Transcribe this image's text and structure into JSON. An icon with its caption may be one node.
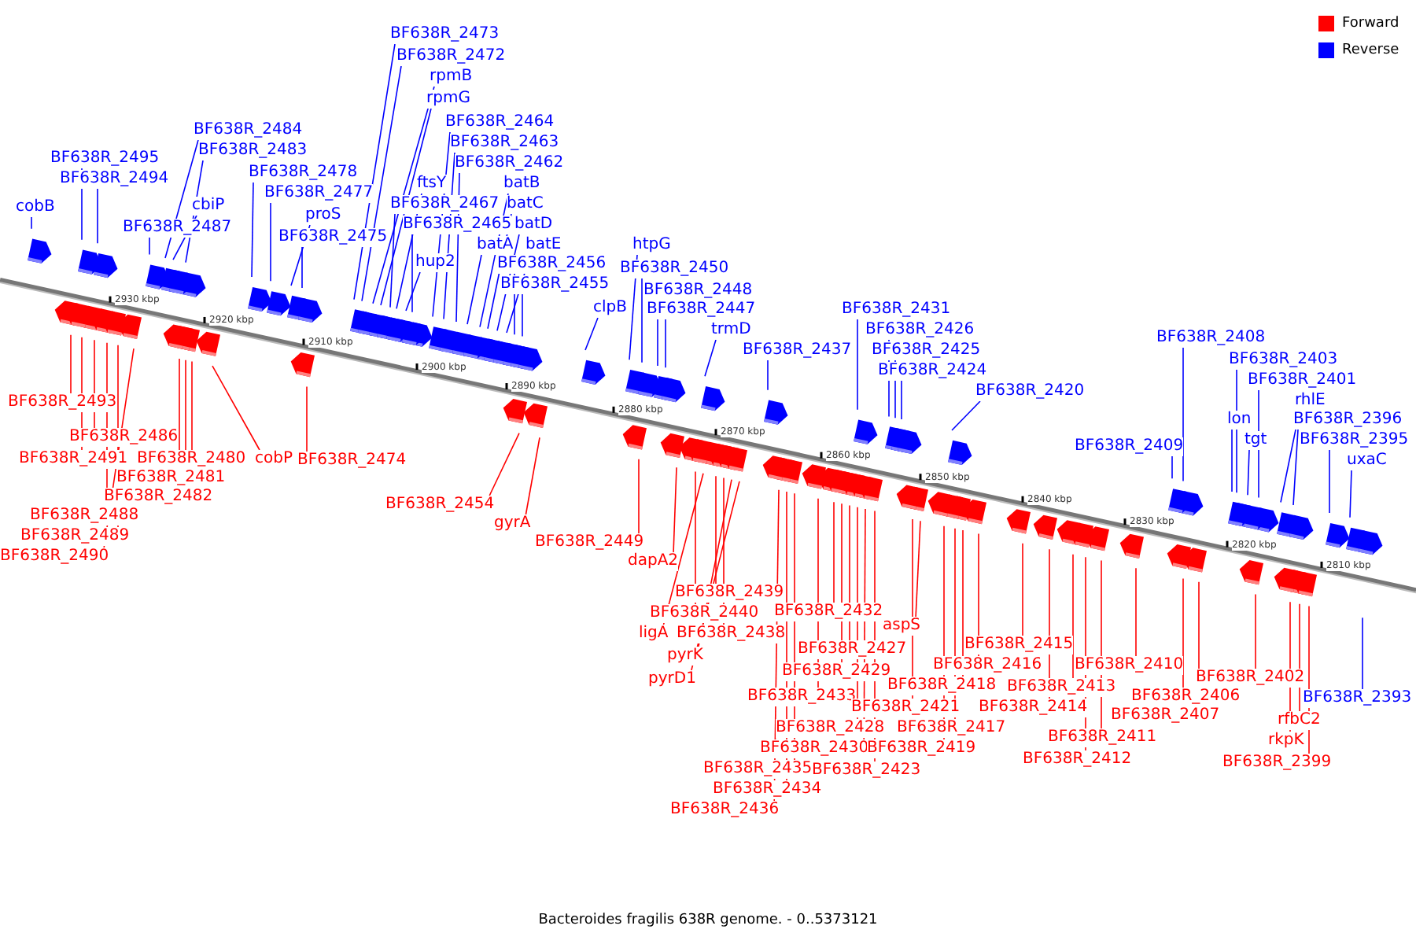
{
  "diagram": {
    "caption": "Bacteroides fragilis 638R genome. - 0..5373121",
    "nodes": [
      {
        "text": [
          "BF638R_2473"
        ]
      },
      {
        "text": [
          "BF638R_2472"
        ]
      },
      {
        "text": [
          "rpmB"
        ]
      },
      {
        "text": [
          "rpmG"
        ]
      },
      {
        "text": [
          "BF638R_2464"
        ]
      },
      {
        "text": [
          "BF638R_2484"
        ]
      },
      {
        "text": [
          "BF638R_2463"
        ]
      },
      {
        "text": [
          "BF638R_2483"
        ]
      },
      {
        "text": [
          "BF638R_2495"
        ]
      },
      {
        "text": [
          "BF638R_2462"
        ]
      },
      {
        "text": [
          "BF638R_2478"
        ]
      },
      {
        "text": [
          "BF638R_2494"
        ]
      },
      {
        "text": [
          "ftsY"
        ]
      },
      {
        "text": [
          "batB"
        ]
      },
      {
        "text": [
          "BF638R_2477"
        ]
      },
      {
        "text": [
          "BF638R_2467"
        ]
      },
      {
        "text": [
          "batC"
        ]
      },
      {
        "text": [
          "cbiP"
        ]
      },
      {
        "text": [
          "proS"
        ]
      },
      {
        "text": [
          "BF638R_2465"
        ]
      },
      {
        "text": [
          "batD"
        ]
      },
      {
        "text": [
          "BF638R_2487"
        ]
      },
      {
        "text": [
          "cobB"
        ]
      },
      {
        "text": [
          "BF638R_2475"
        ]
      },
      {
        "text": [
          "batA"
        ]
      },
      {
        "text": [
          "batE"
        ]
      },
      {
        "text": [
          "htpG"
        ]
      },
      {
        "text": [
          "hup2"
        ]
      },
      {
        "text": [
          "BF638R_2456"
        ]
      },
      {
        "text": [
          "BF638R_2450"
        ]
      },
      {
        "text": [
          "BF638R_2455"
        ]
      },
      {
        "text": [
          "BF638R_2448"
        ]
      },
      {
        "text": [
          "clpB"
        ]
      },
      {
        "text": [
          "BF638R_2447"
        ]
      },
      {
        "text": [
          "BF638R_2431"
        ]
      },
      {
        "text": [
          "trmD"
        ]
      },
      {
        "text": [
          "BF638R_2426"
        ]
      },
      {
        "text": [
          "BF638R_2408"
        ]
      },
      {
        "text": [
          "BF638R_2437"
        ]
      },
      {
        "text": [
          "BF638R_2425"
        ]
      },
      {
        "text": [
          "BF638R_2403"
        ]
      },
      {
        "text": [
          "BF638R_2424"
        ]
      },
      {
        "text": [
          "BF638R_2401"
        ]
      },
      {
        "text": [
          "BF638R_2420"
        ]
      },
      {
        "text": [
          "rhlE"
        ]
      },
      {
        "text": [
          "lon"
        ]
      },
      {
        "text": [
          "BF638R_2396"
        ]
      },
      {
        "text": [
          "tgt"
        ]
      },
      {
        "text": [
          "BF638R_2395"
        ]
      },
      {
        "text": [
          "BF638R_2409"
        ]
      },
      {
        "text": [
          "uxaC"
        ]
      },
      {
        "text": [
          "BF638R_2493"
        ]
      },
      {
        "text": [
          "BF638R_2486"
        ]
      },
      {
        "text": [
          "BF638R_2491"
        ]
      },
      {
        "text": [
          "BF638R_2480"
        ]
      },
      {
        "text": [
          "cobP"
        ]
      },
      {
        "text": [
          "BF638R_2474"
        ]
      },
      {
        "text": [
          "BF638R_2481"
        ]
      },
      {
        "text": [
          "BF638R_2482"
        ]
      },
      {
        "text": [
          "BF638R_2454"
        ]
      },
      {
        "text": [
          "BF638R_2488"
        ]
      },
      {
        "text": [
          "gyrA"
        ]
      },
      {
        "text": [
          "BF638R_2489"
        ]
      },
      {
        "text": [
          "BF638R_2449"
        ]
      },
      {
        "text": [
          "BF638R_2490"
        ]
      },
      {
        "text": [
          "dapA2"
        ]
      },
      {
        "text": [
          "BF638R_2439"
        ]
      },
      {
        "text": [
          "BF638R_2432"
        ]
      },
      {
        "text": [
          "BF638R_2440"
        ]
      },
      {
        "text": [
          "aspS"
        ]
      },
      {
        "text": [
          "ligA"
        ]
      },
      {
        "text": [
          "BF638R_2438"
        ]
      },
      {
        "text": [
          "BF638R_2415"
        ]
      },
      {
        "text": [
          "BF638R_2427"
        ]
      },
      {
        "text": [
          "pyrK"
        ]
      },
      {
        "text": [
          "BF638R_2410"
        ]
      },
      {
        "text": [
          "BF638R_2416"
        ]
      },
      {
        "text": [
          "BF638R_2429"
        ]
      },
      {
        "text": [
          "BF638R_2402"
        ]
      },
      {
        "text": [
          "pyrD1"
        ]
      },
      {
        "text": [
          "BF638R_2418"
        ]
      },
      {
        "text": [
          "BF638R_2413"
        ]
      },
      {
        "text": [
          "BF638R_2433"
        ]
      },
      {
        "text": [
          "BF638R_2406"
        ]
      },
      {
        "text": [
          "BF638R_2393"
        ]
      },
      {
        "text": [
          "BF638R_2421"
        ]
      },
      {
        "text": [
          "BF638R_2414"
        ]
      },
      {
        "text": [
          "BF638R_2407"
        ]
      },
      {
        "text": [
          "rfbC2"
        ]
      },
      {
        "text": [
          "BF638R_2428"
        ]
      },
      {
        "text": [
          "BF638R_2417"
        ]
      },
      {
        "text": [
          "BF638R_2411"
        ]
      },
      {
        "text": [
          "rkpK"
        ]
      },
      {
        "text": [
          "BF638R_2430"
        ]
      },
      {
        "text": [
          "BF638R_2419"
        ]
      },
      {
        "text": [
          "BF638R_2412"
        ]
      },
      {
        "text": [
          "BF638R_2399"
        ]
      },
      {
        "text": [
          "BF638R_2435"
        ]
      },
      {
        "text": [
          "BF638R_2423"
        ]
      },
      {
        "text": [
          "BF638R_2434"
        ]
      },
      {
        "text": [
          "BF638R_2436"
        ]
      }
    ],
    "edges": [
      {
        "from": 0,
        "to": null,
        "arrow": "none"
      },
      {
        "from": 1,
        "to": null,
        "arrow": "none"
      },
      {
        "from": 2,
        "to": null,
        "arrow": "none"
      },
      {
        "from": 3,
        "to": null,
        "arrow": "none"
      },
      {
        "from": 4,
        "to": null,
        "arrow": "none"
      },
      {
        "from": 5,
        "to": null,
        "arrow": "none"
      },
      {
        "from": 6,
        "to": null,
        "arrow": "none"
      },
      {
        "from": 7,
        "to": null,
        "arrow": "none"
      },
      {
        "from": 8,
        "to": null,
        "arrow": "none"
      },
      {
        "from": 9,
        "to": null,
        "arrow": "none"
      },
      {
        "from": 10,
        "to": null,
        "arrow": "none"
      },
      {
        "from": 11,
        "to": null,
        "arrow": "none"
      },
      {
        "from": 12,
        "to": null,
        "arrow": "none"
      },
      {
        "from": 13,
        "to": null,
        "arrow": "none"
      },
      {
        "from": 14,
        "to": null,
        "arrow": "none"
      },
      {
        "from": 15,
        "to": null,
        "arrow": "none"
      },
      {
        "from": 16,
        "to": null,
        "arrow": "none"
      },
      {
        "from": 17,
        "to": null,
        "arrow": "none"
      },
      {
        "from": 18,
        "to": null,
        "arrow": "none"
      },
      {
        "from": 19,
        "to": null,
        "arrow": "none"
      },
      {
        "from": 20,
        "to": null,
        "arrow": "none"
      },
      {
        "from": 21,
        "to": null,
        "arrow": "none"
      },
      {
        "from": 22,
        "to": null,
        "arrow": "none"
      },
      {
        "from": 23,
        "to": null,
        "arrow": "none"
      },
      {
        "from": 24,
        "to": null,
        "arrow": "none"
      },
      {
        "from": 25,
        "to": null,
        "arrow": "none"
      },
      {
        "from": 26,
        "to": null,
        "arrow": "none"
      },
      {
        "from": 27,
        "to": null,
        "arrow": "none"
      },
      {
        "from": 28,
        "to": null,
        "arrow": "none"
      },
      {
        "from": 29,
        "to": null,
        "arrow": "none"
      },
      {
        "from": 30,
        "to": null,
        "arrow": "none"
      },
      {
        "from": 31,
        "to": null,
        "arrow": "none"
      },
      {
        "from": 32,
        "to": null,
        "arrow": "none"
      },
      {
        "from": 33,
        "to": null,
        "arrow": "none"
      },
      {
        "from": 34,
        "to": null,
        "arrow": "none"
      },
      {
        "from": 35,
        "to": null,
        "arrow": "none"
      },
      {
        "from": 36,
        "to": null,
        "arrow": "none"
      },
      {
        "from": 37,
        "to": null,
        "arrow": "none"
      },
      {
        "from": 38,
        "to": null,
        "arrow": "none"
      },
      {
        "from": 39,
        "to": null,
        "arrow": "none"
      },
      {
        "from": 40,
        "to": null,
        "arrow": "none"
      },
      {
        "from": 41,
        "to": null,
        "arrow": "none"
      },
      {
        "from": 42,
        "to": null,
        "arrow": "none"
      },
      {
        "from": 43,
        "to": null,
        "arrow": "none"
      },
      {
        "from": 44,
        "to": null,
        "arrow": "none"
      },
      {
        "from": 45,
        "to": null,
        "arrow": "none"
      },
      {
        "from": 46,
        "to": null,
        "arrow": "none"
      },
      {
        "from": 47,
        "to": null,
        "arrow": "none"
      },
      {
        "from": 48,
        "to": null,
        "arrow": "none"
      },
      {
        "from": 49,
        "to": null,
        "arrow": "none"
      },
      {
        "from": 50,
        "to": null,
        "arrow": "none"
      },
      {
        "from": 51,
        "to": null,
        "arrow": "none",
        "color": "#ff0000"
      },
      {
        "from": 52,
        "to": null,
        "arrow": "none",
        "color": "#ff0000"
      },
      {
        "from": 53,
        "to": null,
        "arrow": "none",
        "color": "#ff0000"
      },
      {
        "from": 54,
        "to": null,
        "arrow": "none",
        "color": "#ff0000"
      },
      {
        "from": 55,
        "to": null,
        "arrow": "none",
        "color": "#ff0000"
      },
      {
        "from": 56,
        "to": null,
        "arrow": "none",
        "color": "#ff0000"
      },
      {
        "from": 57,
        "to": null,
        "arrow": "none",
        "color": "#ff0000"
      },
      {
        "from": 58,
        "to": null,
        "arrow": "none",
        "color": "#ff0000"
      },
      {
        "from": 59,
        "to": null,
        "arrow": "none",
        "color": "#ff0000"
      },
      {
        "from": 60,
        "to": null,
        "arrow": "none",
        "color": "#ff0000"
      },
      {
        "from": 61,
        "to": null,
        "arrow": "none",
        "color": "#ff0000"
      },
      {
        "from": 62,
        "to": null,
        "arrow": "none",
        "color": "#ff0000"
      },
      {
        "from": 63,
        "to": null,
        "arrow": "none",
        "color": "#ff0000"
      },
      {
        "from": 64,
        "to": null,
        "arrow": "none",
        "color": "#ff0000"
      },
      {
        "from": 65,
        "to": null,
        "arrow": "none",
        "color": "#ff0000"
      },
      {
        "from": 66,
        "to": null,
        "arrow": "none",
        "color": "#ff0000"
      },
      {
        "from": 67,
        "to": null,
        "arrow": "none",
        "color": "#ff0000"
      },
      {
        "from": 68,
        "to": null,
        "arrow": "none",
        "color": "#ff0000"
      },
      {
        "from": 69,
        "to": null,
        "arrow": "none",
        "color": "#ff0000"
      },
      {
        "from": 70,
        "to": null,
        "arrow": "none",
        "color": "#ff0000"
      },
      {
        "from": 71,
        "to": null,
        "arrow": "none",
        "color": "#ff0000"
      },
      {
        "from": 72,
        "to": null,
        "arrow": "none",
        "color": "#ff0000"
      },
      {
        "from": 73,
        "to": null,
        "arrow": "none",
        "color": "#ff0000"
      },
      {
        "from": 74,
        "to": null,
        "arrow": "none",
        "color": "#ff0000"
      },
      {
        "from": 75,
        "to": null,
        "arrow": "none",
        "color": "#ff0000"
      },
      {
        "from": 76,
        "to": null,
        "arrow": "none",
        "color": "#ff0000"
      },
      {
        "from": 77,
        "to": null,
        "arrow": "none",
        "color": "#ff0000"
      },
      {
        "from": 78,
        "to": null,
        "arrow": "none",
        "color": "#ff0000"
      },
      {
        "from": 79,
        "to": null,
        "arrow": "none",
        "color": "#ff0000"
      },
      {
        "from": 80,
        "to": null,
        "arrow": "none",
        "color": "#ff0000"
      },
      {
        "from": 81,
        "to": null,
        "arrow": "none",
        "color": "#ff0000"
      },
      {
        "from": 82,
        "to": null,
        "arrow": "none",
        "color": "#ff0000"
      },
      {
        "from": 83,
        "to": null,
        "arrow": "none",
        "color": "#ff0000"
      },
      {
        "from": 84,
        "to": null,
        "arrow": "none"
      },
      {
        "from": 85,
        "to": null,
        "arrow": "none",
        "color": "#ff0000"
      },
      {
        "from": 86,
        "to": null,
        "arrow": "none",
        "color": "#ff0000"
      },
      {
        "from": 87,
        "to": null,
        "arrow": "none",
        "color": "#ff0000"
      },
      {
        "from": 88,
        "to": null,
        "arrow": "none",
        "color": "#ff0000"
      },
      {
        "from": 89,
        "to": null,
        "arrow": "none",
        "color": "#ff0000"
      },
      {
        "from": 90,
        "to": null,
        "arrow": "none",
        "color": "#ff0000"
      },
      {
        "from": 91,
        "to": null,
        "arrow": "none",
        "color": "#ff0000"
      },
      {
        "from": 92,
        "to": null,
        "arrow": "none",
        "color": "#ff0000"
      },
      {
        "from": 93,
        "to": null,
        "arrow": "none",
        "color": "#ff0000"
      },
      {
        "from": 94,
        "to": null,
        "arrow": "none",
        "color": "#ff0000"
      },
      {
        "from": 95,
        "to": null,
        "arrow": "none",
        "color": "#ff0000"
      },
      {
        "from": 96,
        "to": null,
        "arrow": "none",
        "color": "#ff0000"
      },
      {
        "from": 97,
        "to": null,
        "arrow": "none",
        "color": "#ff0000"
      },
      {
        "from": 98,
        "to": null,
        "arrow": "none",
        "color": "#ff0000"
      },
      {
        "from": 99,
        "to": null,
        "arrow": "none",
        "color": "#ff0000"
      },
      {
        "from": 100,
        "to": null,
        "arrow": "none",
        "color": "#ff0000"
      }
    ],
    "labels": [
      "2930 kbp",
      "2920 kbp",
      "2910 kbp",
      "2900 kbp",
      "2890 kbp",
      "2880 kbp",
      "2870 kbp",
      "2860 kbp",
      "2850 kbp",
      "2840 kbp",
      "2830 kbp",
      "2820 kbp",
      "2810 kbp"
    ],
    "legend": [
      {
        "text": "Forward",
        "color": "#ff0000"
      },
      {
        "text": "Reverse",
        "color": "#0000ff"
      }
    ]
  }
}
